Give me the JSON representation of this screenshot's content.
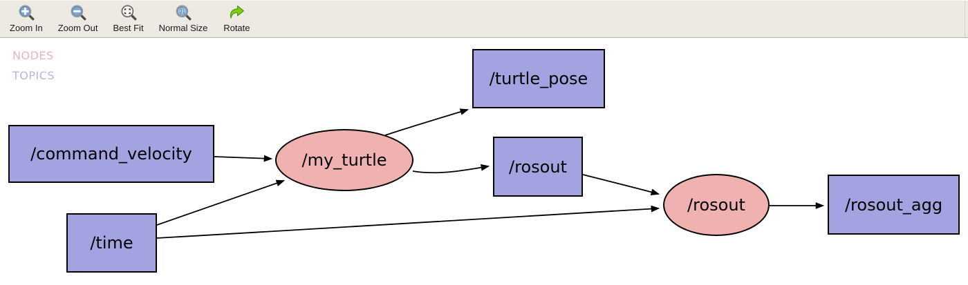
{
  "toolbar": {
    "buttons": [
      {
        "label": "Zoom In",
        "icon": "zoom-in-icon"
      },
      {
        "label": "Zoom Out",
        "icon": "zoom-out-icon"
      },
      {
        "label": "Best Fit",
        "icon": "best-fit-icon"
      },
      {
        "label": "Normal Size",
        "icon": "normal-size-icon"
      },
      {
        "label": "Rotate",
        "icon": "rotate-icon"
      }
    ]
  },
  "legend": {
    "nodes_label": "NODES",
    "topics_label": "TOPICS",
    "nodes_color": "#f0b4b4",
    "topics_color": "#b2b5e8"
  },
  "graph": {
    "colors": {
      "topic_fill": "#a3a3e1",
      "node_fill": "#f0b2b1",
      "edge_stroke": "#000000"
    },
    "topics": [
      {
        "label": "/command_velocity"
      },
      {
        "label": "/time"
      },
      {
        "label": "/turtle_pose"
      },
      {
        "label": "/rosout"
      },
      {
        "label": "/rosout_agg"
      }
    ],
    "nodes": [
      {
        "label": "/my_turtle"
      },
      {
        "label": "/rosout"
      }
    ],
    "edges": [
      {
        "from": "topic:/command_velocity",
        "to": "node:/my_turtle"
      },
      {
        "from": "topic:/time",
        "to": "node:/my_turtle"
      },
      {
        "from": "node:/my_turtle",
        "to": "topic:/turtle_pose"
      },
      {
        "from": "node:/my_turtle",
        "to": "topic:/rosout"
      },
      {
        "from": "topic:/rosout",
        "to": "node:/rosout"
      },
      {
        "from": "topic:/time",
        "to": "node:/rosout"
      },
      {
        "from": "node:/rosout",
        "to": "topic:/rosout_agg"
      }
    ]
  }
}
